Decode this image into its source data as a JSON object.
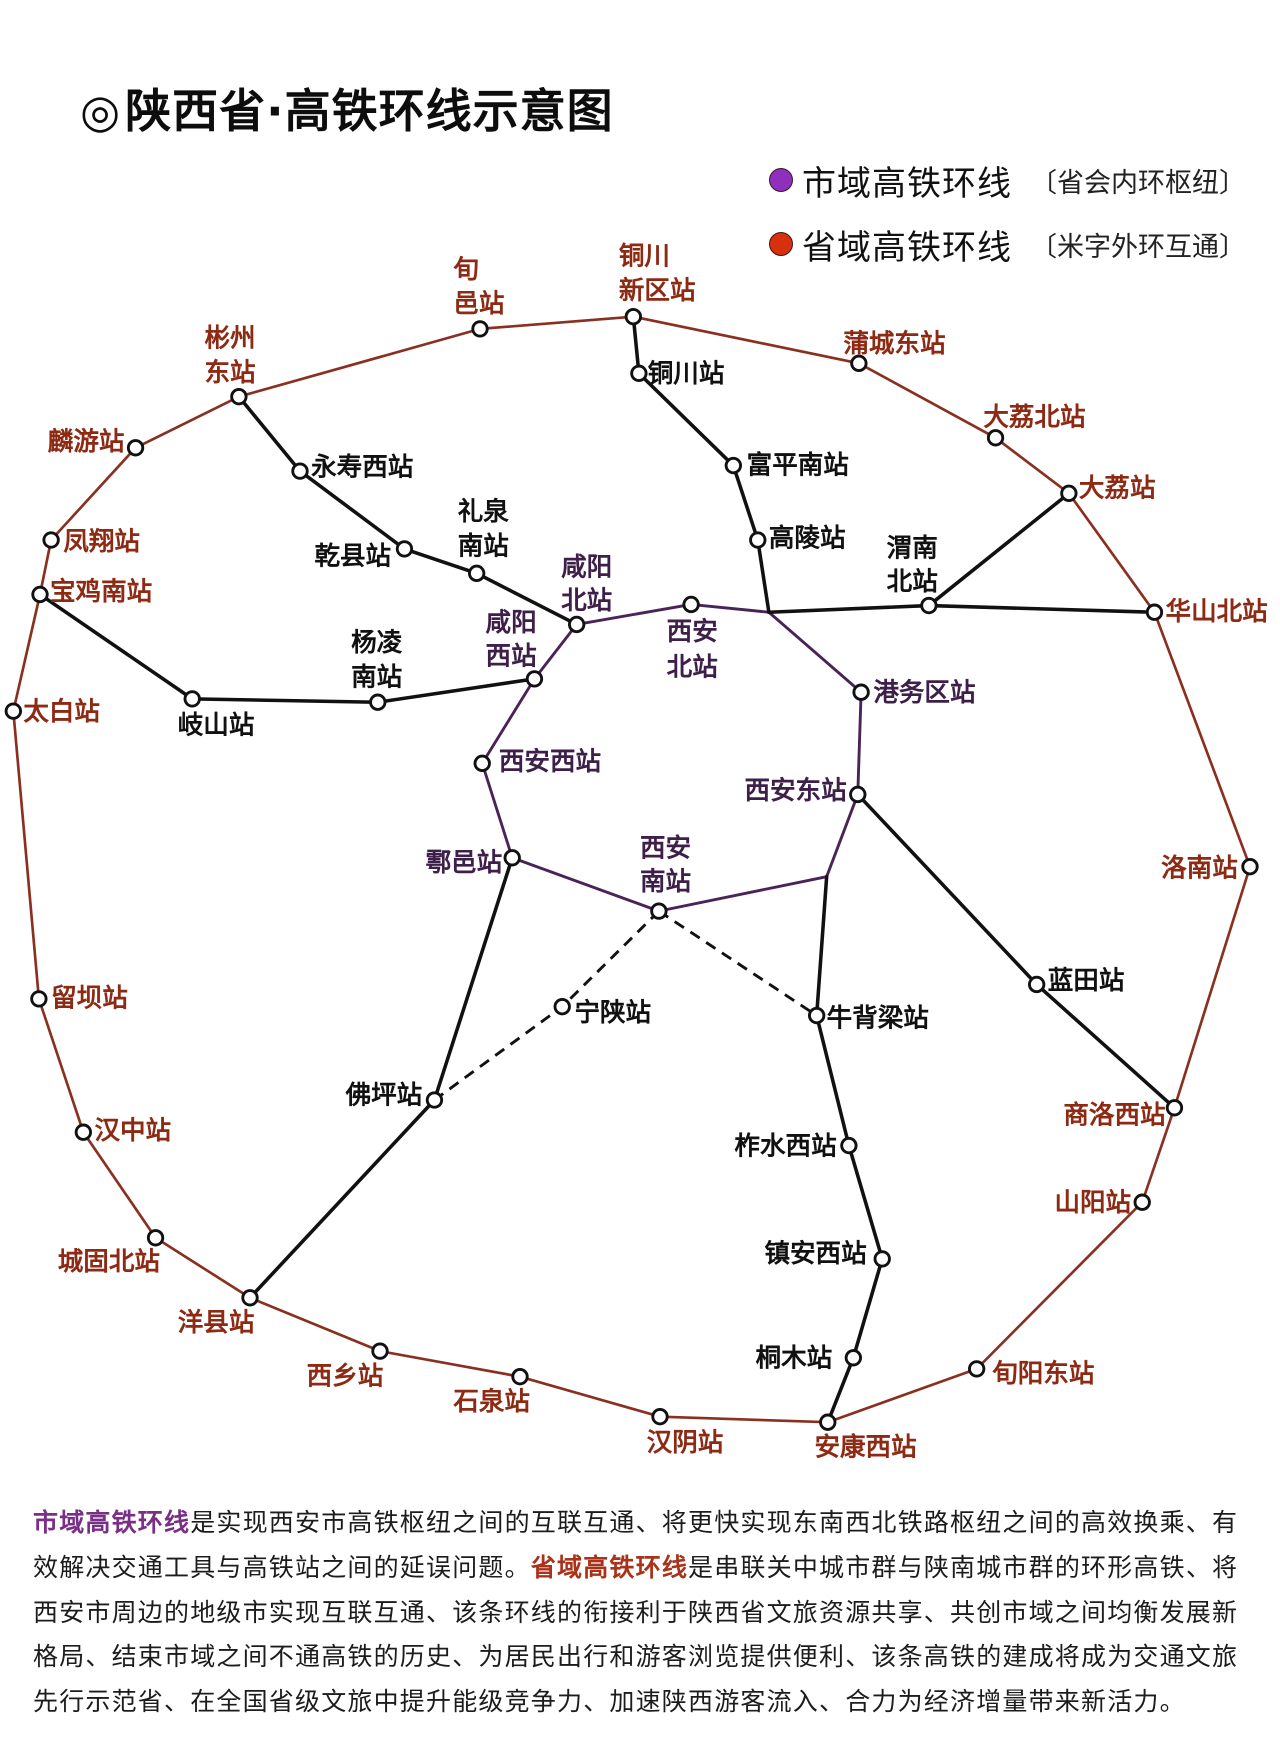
{
  "title": {
    "icon": "◎",
    "text": "陕西省·高铁环线示意图"
  },
  "legend": [
    {
      "label": "市域高铁环线",
      "note": "〔省会内环枢纽〕",
      "color": "#8e2fbd"
    },
    {
      "label": "省域高铁环线",
      "note": "〔米字外环互通〕",
      "color": "#d6300c"
    }
  ],
  "colors": {
    "outer_ring_line": "#8a3020",
    "inner_ring_line": "#4a2358",
    "connector_line": "#111111",
    "outer_label": "#8c2a14",
    "inner_label": "#3d1f4a",
    "highlight_inner_text": "#7a2f86",
    "highlight_outer_text": "#a8321a"
  },
  "map": {
    "outer_ring": {
      "line_name": "省域高铁环线",
      "stations": [
        {
          "name": "铜川新区站",
          "label_lines": [
            "铜川",
            "新区站"
          ]
        },
        {
          "name": "蒲城东站",
          "label_lines": [
            "蒲城东站"
          ]
        },
        {
          "name": "大荔北站",
          "label_lines": [
            "大荔北站"
          ]
        },
        {
          "name": "大荔站",
          "label_lines": [
            "大荔站"
          ]
        },
        {
          "name": "华山北站",
          "label_lines": [
            "华山北站"
          ]
        },
        {
          "name": "洛南站",
          "label_lines": [
            "洛南站"
          ]
        },
        {
          "name": "商洛西站",
          "label_lines": [
            "商洛西站"
          ]
        },
        {
          "name": "山阳站",
          "label_lines": [
            "山阳站"
          ]
        },
        {
          "name": "旬阳东站",
          "label_lines": [
            "旬阳东站"
          ]
        },
        {
          "name": "安康西站",
          "label_lines": [
            "安康西站"
          ]
        },
        {
          "name": "汉阴站",
          "label_lines": [
            "汉阴站"
          ]
        },
        {
          "name": "石泉站",
          "label_lines": [
            "石泉站"
          ]
        },
        {
          "name": "西乡站",
          "label_lines": [
            "西乡站"
          ]
        },
        {
          "name": "洋县站",
          "label_lines": [
            "洋县站"
          ]
        },
        {
          "name": "城固北站",
          "label_lines": [
            "城固北站"
          ]
        },
        {
          "name": "汉中站",
          "label_lines": [
            "汉中站"
          ]
        },
        {
          "name": "留坝站",
          "label_lines": [
            "留坝站"
          ]
        },
        {
          "name": "太白站",
          "label_lines": [
            "太白站"
          ]
        },
        {
          "name": "宝鸡南站",
          "label_lines": [
            "宝鸡南站"
          ]
        },
        {
          "name": "凤翔站",
          "label_lines": [
            "凤翔站"
          ]
        },
        {
          "name": "麟游站",
          "label_lines": [
            "麟游站"
          ]
        },
        {
          "name": "彬州东站",
          "label_lines": [
            "彬州",
            "东站"
          ]
        },
        {
          "name": "旬邑站",
          "label_lines": [
            "旬",
            "邑站"
          ]
        }
      ]
    },
    "inner_ring": {
      "line_name": "市域高铁环线",
      "stations": [
        {
          "name": "咸阳北站",
          "label_lines": [
            "咸阳",
            "北站"
          ]
        },
        {
          "name": "西安北站",
          "label_lines": [
            "西安",
            "北站"
          ]
        },
        {
          "name": "港务区站",
          "label_lines": [
            "港务区站"
          ]
        },
        {
          "name": "西安东站",
          "label_lines": [
            "西安东站"
          ]
        },
        {
          "name": "西安南站",
          "label_lines": [
            "西安",
            "南站"
          ]
        },
        {
          "name": "鄠邑站",
          "label_lines": [
            "鄠邑站"
          ]
        },
        {
          "name": "西安西站",
          "label_lines": [
            "西安西站"
          ]
        },
        {
          "name": "咸阳西站",
          "label_lines": [
            "咸阳",
            "西站"
          ]
        }
      ]
    },
    "branches": [
      {
        "connects": [
          "彬州东站",
          "咸阳北站"
        ],
        "style": "solid",
        "stations": [
          {
            "name": "永寿西站",
            "label_lines": [
              "永寿西站"
            ]
          },
          {
            "name": "乾县站",
            "label_lines": [
              "乾县站"
            ]
          },
          {
            "name": "礼泉南站",
            "label_lines": [
              "礼泉",
              "南站"
            ]
          }
        ]
      },
      {
        "connects": [
          "宝鸡南站",
          "咸阳西站"
        ],
        "style": "solid",
        "stations": [
          {
            "name": "岐山站",
            "label_lines": [
              "岐山站"
            ]
          },
          {
            "name": "杨凌南站",
            "label_lines": [
              "杨凌",
              "南站"
            ]
          }
        ]
      },
      {
        "connects": [
          "铜川新区站",
          "西安北站"
        ],
        "style": "solid",
        "stations": [
          {
            "name": "铜川站",
            "label_lines": [
              "铜川站"
            ]
          },
          {
            "name": "富平南站",
            "label_lines": [
              "富平南站"
            ]
          },
          {
            "name": "高陵站",
            "label_lines": [
              "高陵站"
            ]
          }
        ]
      },
      {
        "connects": [
          "西安北站",
          "华山北站",
          "大荔站"
        ],
        "style": "solid",
        "stations": [
          {
            "name": "渭南北站",
            "label_lines": [
              "渭南",
              "北站"
            ]
          }
        ]
      },
      {
        "connects": [
          "西安东站",
          "商洛西站"
        ],
        "style": "solid",
        "stations": [
          {
            "name": "蓝田站",
            "label_lines": [
              "蓝田站"
            ]
          }
        ]
      },
      {
        "connects": [
          "西安东站",
          "安康西站"
        ],
        "style": "solid",
        "stations": [
          {
            "name": "牛背梁站",
            "label_lines": [
              "牛背梁站"
            ]
          },
          {
            "name": "柞水西站",
            "label_lines": [
              "柞水西站"
            ]
          },
          {
            "name": "镇安西站",
            "label_lines": [
              "镇安西站"
            ]
          },
          {
            "name": "桐木站",
            "label_lines": [
              "桐木站"
            ]
          }
        ]
      },
      {
        "connects": [
          "鄠邑站",
          "洋县站"
        ],
        "style": "solid",
        "stations": [
          {
            "name": "佛坪站",
            "label_lines": [
              "佛坪站"
            ]
          }
        ]
      },
      {
        "connects": [
          "西安南站",
          "佛坪站"
        ],
        "style": "dashed",
        "stations": [
          {
            "name": "宁陕站",
            "label_lines": [
              "宁陕站"
            ]
          }
        ]
      },
      {
        "connects": [
          "西安南站",
          "牛背梁站"
        ],
        "style": "dashed",
        "stations": []
      }
    ]
  },
  "description": {
    "lines": [
      [
        {
          "text": "市域高铁环线",
          "highlight": "inner"
        },
        {
          "text": "是实现西安市高铁枢纽之间的互联互通、将更快实现东南西北铁路枢纽之间的高效换乘、有"
        }
      ],
      [
        {
          "text": "效解决交通工具与高铁站之间的延误问题。"
        },
        {
          "text": "省域高铁环线",
          "highlight": "outer"
        },
        {
          "text": "是串联关中城市群与陕南城市群的环形高铁、将"
        }
      ],
      [
        {
          "text": "西安市周边的地级市实现互联互通、该条环线的衔接利于陕西省文旅资源共享、共创市域之间均衡发展新"
        }
      ],
      [
        {
          "text": "格局、结束市域之间不通高铁的历史、为居民出行和游客浏览提供便利、该条高铁的建成将成为交通文旅"
        }
      ],
      [
        {
          "text": "先行示范省、在全国省级文旅中提升能级竞争力、加速陕西游客流入、合力为经济增量带来新活力。"
        }
      ]
    ]
  }
}
